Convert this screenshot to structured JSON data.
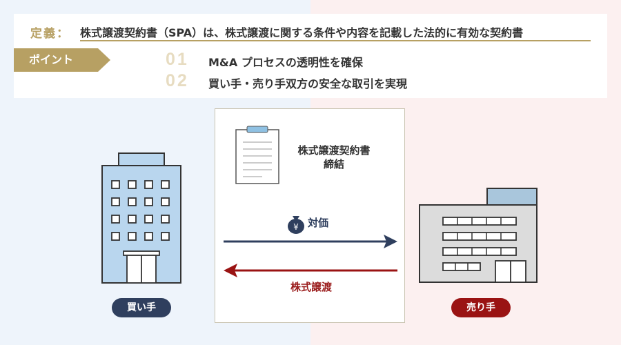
{
  "definition": {
    "label": "定義：",
    "text": "株式譲渡契約書（SPA）は、株式譲渡に関する条件や内容を記載した法的に有効な契約書"
  },
  "points": {
    "label": "ポイント",
    "items": [
      {
        "num": "01",
        "text": "M&A プロセスの透明性を確保"
      },
      {
        "num": "02",
        "text": "買い手・売り手双方の安全な取引を実現"
      }
    ]
  },
  "contract": {
    "title_line1": "株式譲渡契約書",
    "title_line2": "締結"
  },
  "flows": {
    "price_label": "対価",
    "transfer_label": "株式譲渡"
  },
  "parties": {
    "buyer": "買い手",
    "seller": "売り手"
  },
  "colors": {
    "gold": "#b7a063",
    "navy": "#2f3f5e",
    "red": "#9a1313",
    "building_blue": "#b9d6ee",
    "building_gray": "#dcdcdc"
  }
}
